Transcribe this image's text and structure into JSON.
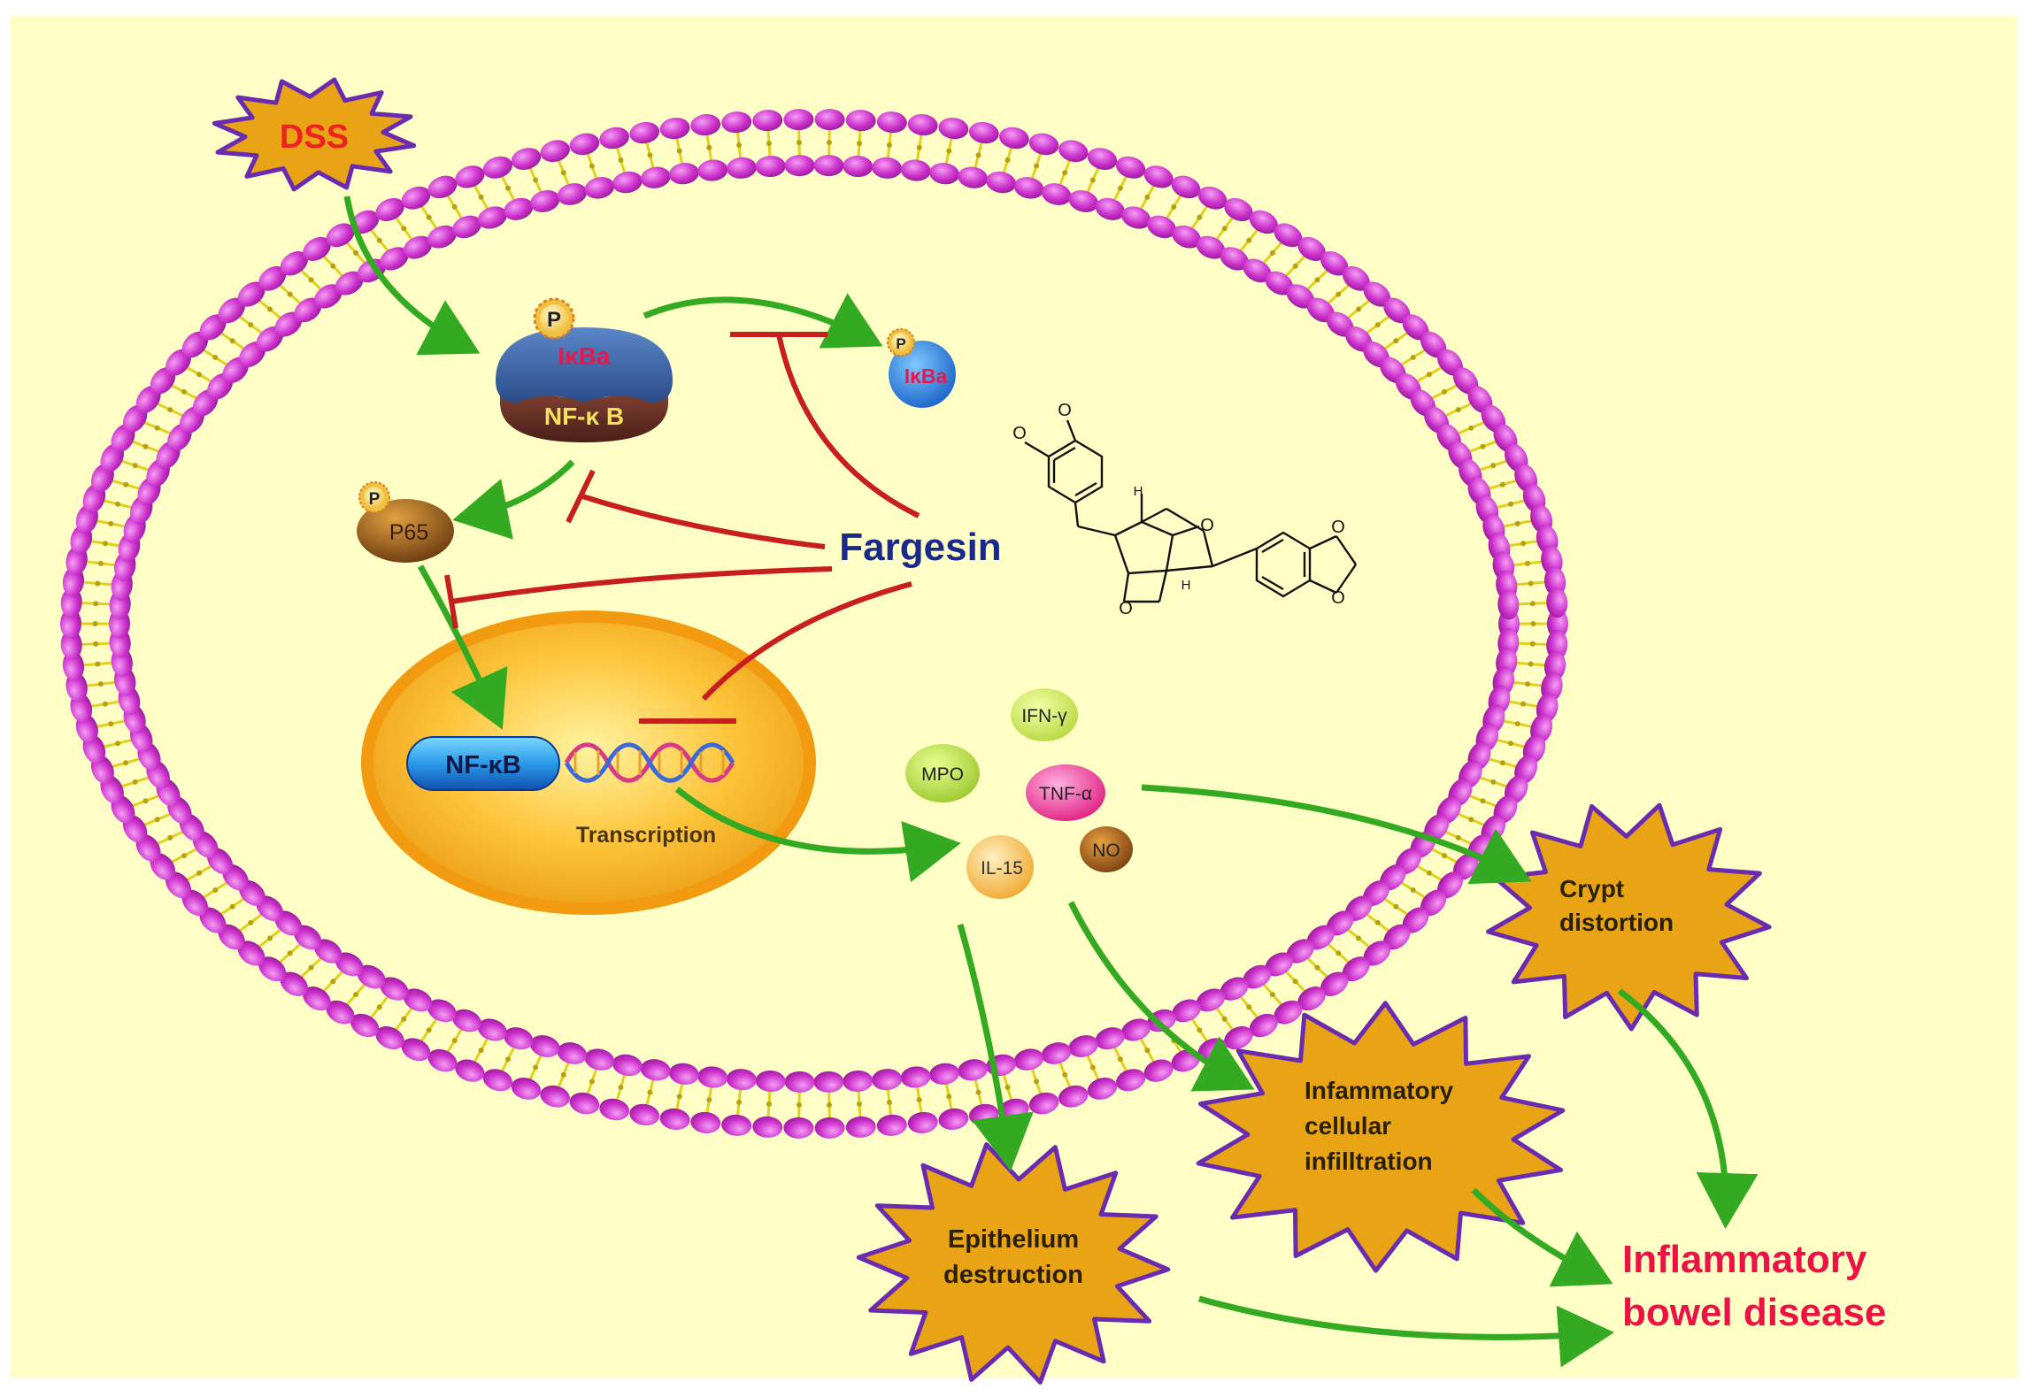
{
  "labels": {
    "dss": "DSS",
    "ikba": "IκBa",
    "nfkb_complex": "NF-κ B",
    "p": "P",
    "p65": "P65",
    "ikba_free": "IκBa",
    "fargesin": "Fargesin",
    "nfkb_nucleus": "NF-κB",
    "transcription": "Transcription",
    "ifn": "IFN-γ",
    "mpo": "MPO",
    "tnf": "TNF-α",
    "no": "NO",
    "il15": "IL-15",
    "crypt_line1": "Crypt",
    "crypt_line2": "distortion",
    "infl_line1": "Infammatory",
    "infl_line2": "cellular",
    "infl_line3": "infilltration",
    "epi_line1": "Epithelium",
    "epi_line2": "destruction",
    "ibd_line1": "Inflammatory",
    "ibd_line2": "bowel disease",
    "mol_o": "O",
    "mol_h": "H"
  },
  "colors": {
    "background": "#ffffc6",
    "membrane_head": "#cc33cc",
    "membrane_tail": "#e0d020",
    "activate_arrow": "#33aa22",
    "inhibit_line": "#c81e1e",
    "burst_fill": "#e8a414",
    "burst_stroke": "#6a2bb0",
    "dss_text": "#ee2222",
    "fargesin_text": "#1a2a8a",
    "disease_text": "#ee1144"
  }
}
